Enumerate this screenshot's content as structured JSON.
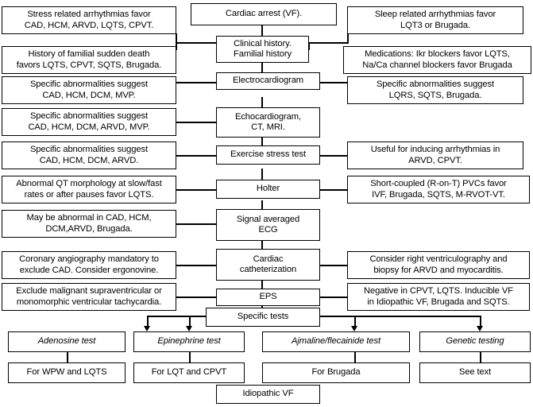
{
  "diagram": {
    "title": "Diagnostic evaluation flowchart for cardiac arrest (VF)",
    "colors": {
      "stroke": "#000000",
      "fill": "#ffffff",
      "text": "#000000"
    },
    "nodes": {
      "cardiac_arrest": "Cardiac arrest (VF).",
      "clinical_history": "Clinical history.\nFamilial history",
      "electrocardiogram": "Electrocardiogram",
      "echocardiogram": "Echocardiogram,\nCT, MRI.",
      "exercise_stress_test": "Exercise stress test",
      "holter": "Holter",
      "signal_averaged_ecg": "Signal averaged\nECG",
      "cardiac_catheterization": "Cardiac\ncatheterization",
      "eps": "EPS",
      "specific_tests": "Specific tests",
      "idiopathic_vf": "Idiopathic VF"
    },
    "left_notes": {
      "stress_related": "Stress related arrhythmias favor\nCAD, HCM, ARVD, LQTS, CPVT.",
      "familial_sudden_death": "History of familial sudden death\nfavors LQTS, CPVT, SQTS, Brugada.",
      "ecg_abnormalities": "Specific abnormalities suggest\nCAD, HCM, DCM, MVP.",
      "echo_abnormalities": "Specific abnormalities suggest\nCAD, HCM, DCM, ARVD, MVP.",
      "exercise_abnormalities": "Specific abnormalities suggest\nCAD, HCM, DCM, ARVD.",
      "holter_qt": "Abnormal QT morphology at slow/fast\nrates or after pauses  favor LQTS.",
      "saecg_abnormal": "May be abnormal in CAD, HCM,\nDCM,ARVD, Brugada.",
      "coronary_angiography": "Coronary angiography mandatory to\nexclude CAD. Consider ergonovine.",
      "eps_exclude": "Exclude malignant supraventricular or\nmonomorphic ventricular tachycardia."
    },
    "right_notes": {
      "sleep_related": "Sleep related arrhythmias favor\nLQT3 or Brugada.",
      "medications": "Medications: Ikr blockers favor LQTS,\nNa/Ca channel blockers favor Brugada",
      "ecg_abnormalities": "Specific abnormalities suggest\nLQRS, SQTS, Brugada.",
      "exercise_useful": "Useful for inducing arrhythmias in\nARVD, CPVT.",
      "holter_pvcs": "Short-coupled (R-on-T) PVCs favor\nIVF, Brugada, SQTS, M-RVOT-VT.",
      "cath_consider": "Consider right ventriculography and\nbiopsy for ARVD and myocarditis.",
      "eps_negative": "Negative in CPVT, LQTS. Inducible VF\nin Idiopathic VF, Brugada and SQTS."
    },
    "specific_tests_row": {
      "adenosine": "Adenosine test",
      "epinephrine": "Epinephrine test",
      "ajmaline": "Ajmaline/flecainide test",
      "genetic": "Genetic testing"
    },
    "specific_tests_results": {
      "adenosine_result": "For WPW and LQTS",
      "epinephrine_result": "For LQT and CPVT",
      "ajmaline_result": "For Brugada",
      "genetic_result": "See text"
    }
  }
}
